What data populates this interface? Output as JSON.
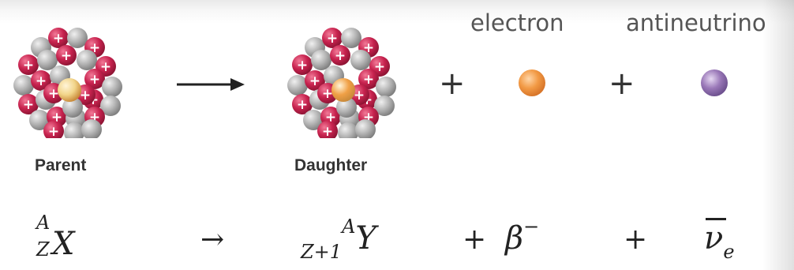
{
  "labels": {
    "electron": "electron",
    "antineutrino": "antineutrino",
    "parent": "Parent",
    "daughter": "Daughter"
  },
  "symbols": {
    "plus": "+",
    "arrow": "→"
  },
  "equation": {
    "parent_mass": "A",
    "parent_atomic": "Z",
    "parent_element": "X",
    "daughter_mass": "A",
    "daughter_atomic": "Z+1",
    "daughter_element": "Y",
    "beta": "β",
    "beta_charge": "−",
    "nu": "ν",
    "nu_sub": "e"
  },
  "nucleon_symbol": "+",
  "colors": {
    "proton": "#c8234f",
    "neutron": "#b4b4b4",
    "parent_core": "#f2d58a",
    "daughter_core": "#f0a046",
    "electron": "#f29a45",
    "antineutrino": "#9a78b8"
  }
}
